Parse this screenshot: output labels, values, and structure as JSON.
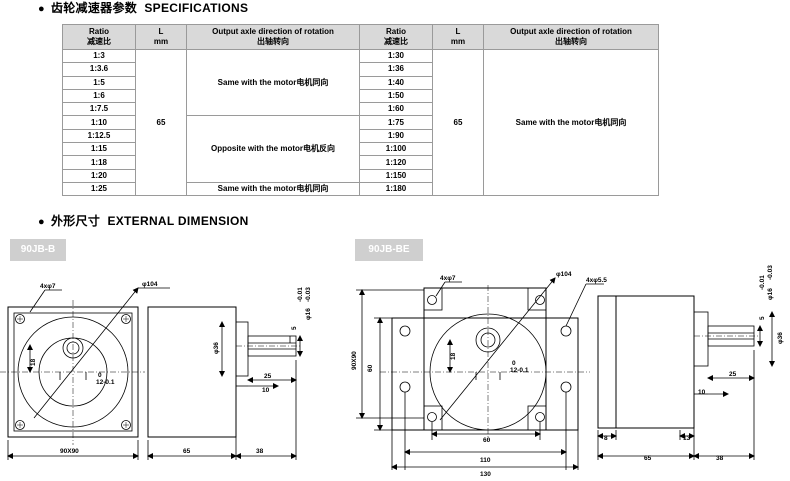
{
  "spec": {
    "title_cn": "齿轮减速器参数",
    "title_en": "SPECIFICATIONS",
    "headers": {
      "ratio": "Ratio",
      "ratio_cn": "减速比",
      "l": "L",
      "l_unit": "mm",
      "dir": "Output axle direction of rotation",
      "dir_cn": "出轴转向"
    },
    "left_ratios": [
      "1:3",
      "1:3.6",
      "1:5",
      "1:6",
      "1:7.5",
      "1:10",
      "1:12.5",
      "1:15",
      "1:18",
      "1:20",
      "1:25"
    ],
    "right_ratios": [
      "1:30",
      "1:36",
      "1:40",
      "1:50",
      "1:60",
      "1:75",
      "1:90",
      "1:100",
      "1:120",
      "1:150",
      "1:180"
    ],
    "l_value": "65",
    "same": "Same with the motor电机同向",
    "opposite": "Opposite with the motor电机反向"
  },
  "ext": {
    "title_cn": "外形尺寸",
    "title_en": "EXTERNAL DIMENSION"
  },
  "models": {
    "left": "90JB-B",
    "right": "90JB-BE"
  },
  "dims": {
    "holes_left": "4xφ7",
    "dia_104": "φ104",
    "dia_36": "φ36",
    "dia_16": "φ16",
    "tol_16a": "-0.01",
    "tol_16b": "-0.03",
    "key_5": "5",
    "d18": "18",
    "d12": "12-0.1",
    "d0": "0",
    "d25": "25",
    "d10": "10",
    "d90x90": "90X90",
    "d65": "65",
    "d38": "38",
    "holes_right": "4xφ5.5",
    "d60": "60",
    "d110": "110",
    "d130": "130",
    "d90x90v": "90X90",
    "d60v": "60",
    "d8": "8",
    "d13": "13"
  }
}
